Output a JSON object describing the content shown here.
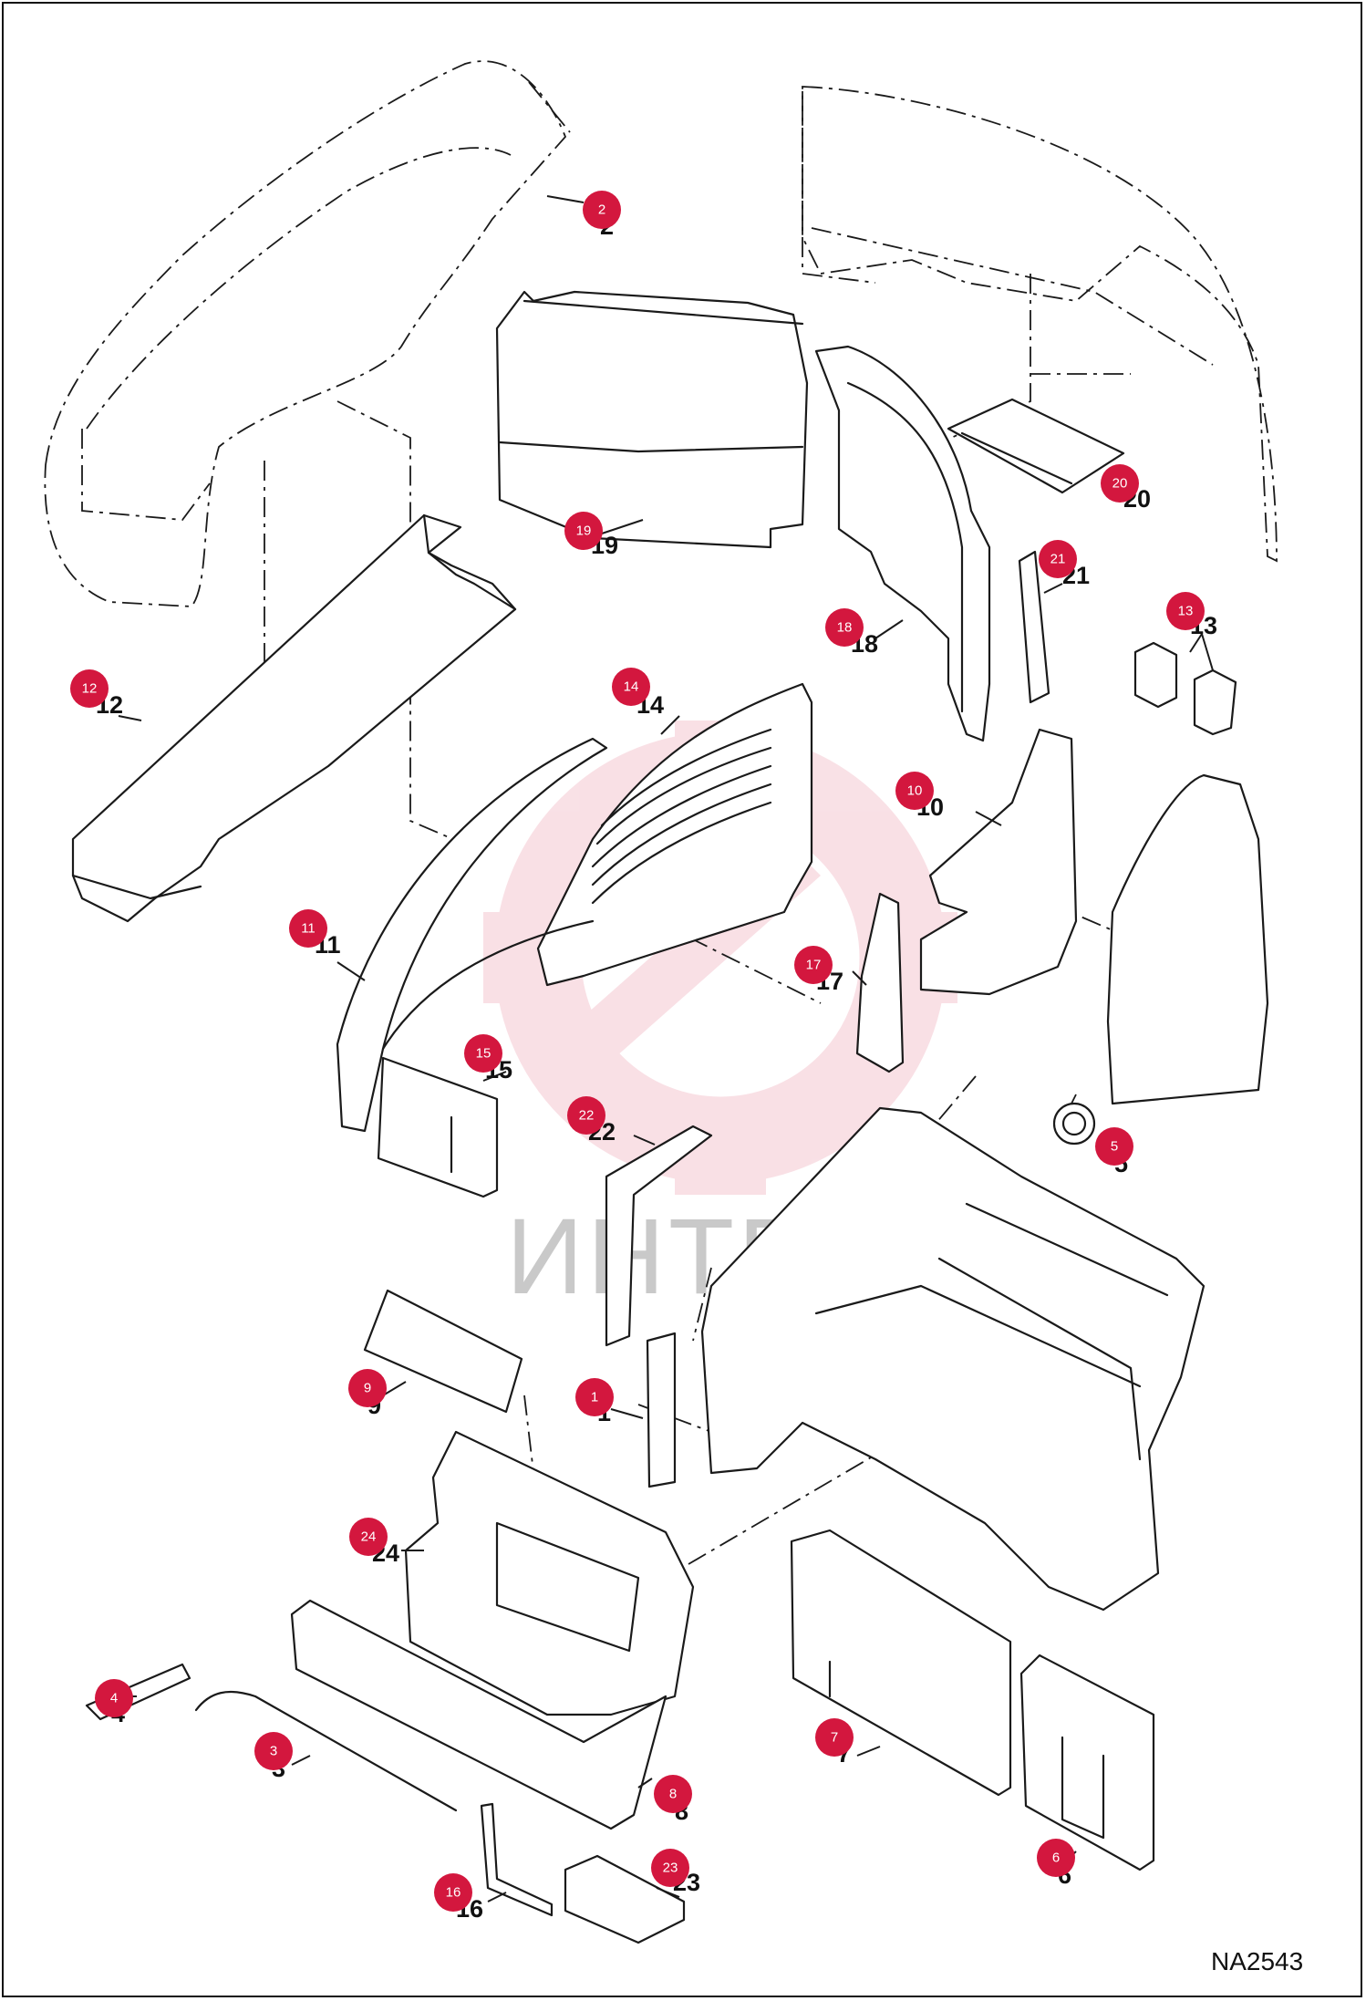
{
  "drawing_code": "NA2543",
  "watermark": {
    "text": "ИНТЕХ",
    "color": "#d3173e"
  },
  "badge_color": "#d3173e",
  "callouts": [
    {
      "id": "1",
      "number": "1"
    },
    {
      "id": "2",
      "number": "2"
    },
    {
      "id": "3",
      "number": "3"
    },
    {
      "id": "4",
      "number": "4"
    },
    {
      "id": "5",
      "number": "5"
    },
    {
      "id": "6",
      "number": "6"
    },
    {
      "id": "7",
      "number": "7"
    },
    {
      "id": "8",
      "number": "8"
    },
    {
      "id": "9",
      "number": "9"
    },
    {
      "id": "10",
      "number": "10"
    },
    {
      "id": "11",
      "number": "11"
    },
    {
      "id": "12",
      "number": "12"
    },
    {
      "id": "13",
      "number": "13"
    },
    {
      "id": "14",
      "number": "14"
    },
    {
      "id": "15",
      "number": "15"
    },
    {
      "id": "16",
      "number": "16"
    },
    {
      "id": "17",
      "number": "17"
    },
    {
      "id": "18",
      "number": "18"
    },
    {
      "id": "19",
      "number": "19"
    },
    {
      "id": "20",
      "number": "20"
    },
    {
      "id": "21",
      "number": "21"
    },
    {
      "id": "22",
      "number": "22"
    },
    {
      "id": "23",
      "number": "23"
    },
    {
      "id": "24",
      "number": "24"
    }
  ]
}
